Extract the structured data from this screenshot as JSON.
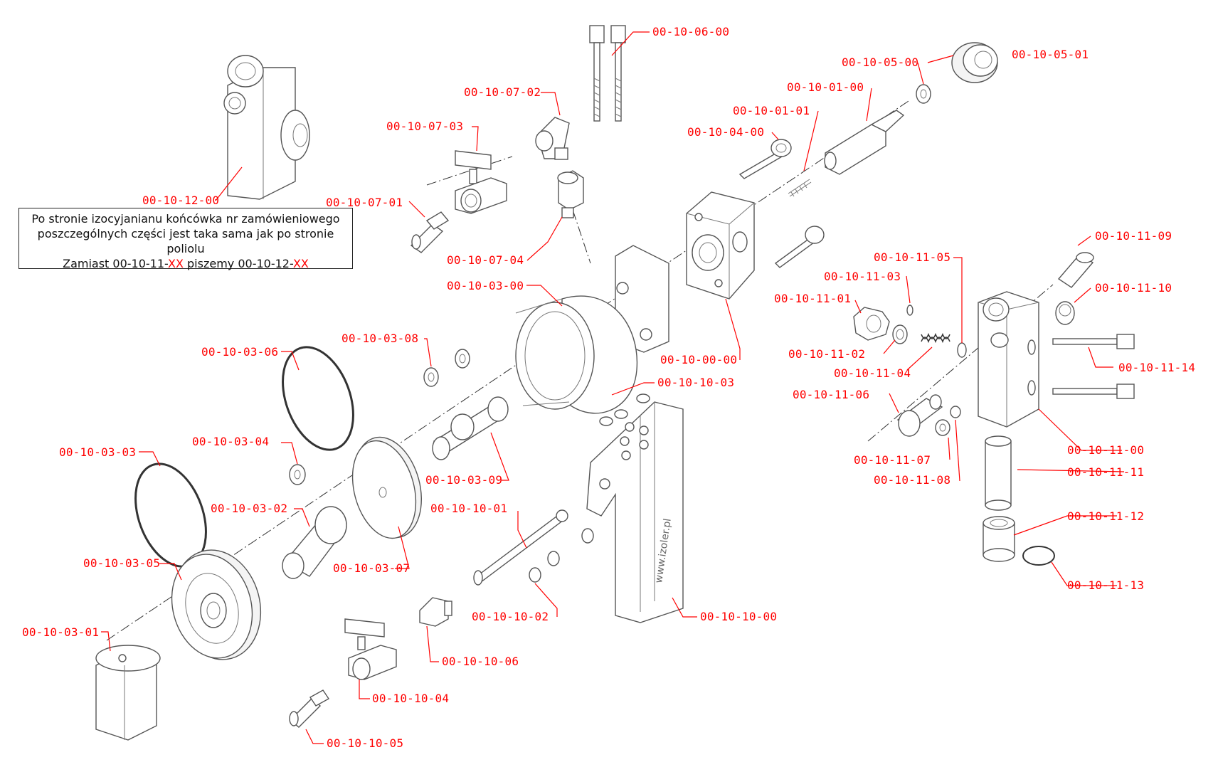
{
  "colors": {
    "label": "#ff0000",
    "line": "#555555",
    "note_highlight": "#ff0000",
    "note_text": "#111111"
  },
  "note": {
    "line1": "Po stronie izocyjanianu końcówka nr zamówieniowego",
    "line2": "poszczególnych części jest taka sama jak po stronie poliolu",
    "line3_a": "Zamiast 00-10-11-",
    "line3_b": "XX",
    "line3_c": " piszemy 00-10-12-",
    "line3_d": "XX"
  },
  "parts": {
    "p_00_10_12_00": "00-10-12-00",
    "p_00_10_06_00": "00-10-06-00",
    "p_00_10_07_02": "00-10-07-02",
    "p_00_10_07_03": "00-10-07-03",
    "p_00_10_07_01": "00-10-07-01",
    "p_00_10_07_04": "00-10-07-04",
    "p_00_10_05_00": "00-10-05-00",
    "p_00_10_05_01": "00-10-05-01",
    "p_00_10_01_00": "00-10-01-00",
    "p_00_10_01_01": "00-10-01-01",
    "p_00_10_04_00": "00-10-04-00",
    "p_00_10_03_00": "00-10-03-00",
    "p_00_10_00_00": "00-10-00-00",
    "p_00_10_11_09": "00-10-11-09",
    "p_00_10_11_05": "00-10-11-05",
    "p_00_10_11_03": "00-10-11-03",
    "p_00_10_11_10": "00-10-11-10",
    "p_00_10_11_01": "00-10-11-01",
    "p_00_10_11_02": "00-10-11-02",
    "p_00_10_11_04": "00-10-11-04",
    "p_00_10_11_14": "00-10-11-14",
    "p_00_10_11_06": "00-10-11-06",
    "p_00_10_11_00": "00-10-11-00",
    "p_00_10_11_07": "00-10-11-07",
    "p_00_10_11_11": "00-10-11-11",
    "p_00_10_11_08": "00-10-11-08",
    "p_00_10_11_12": "00-10-11-12",
    "p_00_10_11_13": "00-10-11-13",
    "p_00_10_03_08": "00-10-03-08",
    "p_00_10_03_06": "00-10-03-06",
    "p_00_10_10_03": "00-10-10-03",
    "p_00_10_03_04": "00-10-03-04",
    "p_00_10_03_03": "00-10-03-03",
    "p_00_10_03_09": "00-10-03-09",
    "p_00_10_10_01": "00-10-10-01",
    "p_00_10_03_02": "00-10-03-02",
    "p_00_10_03_07": "00-10-03-07",
    "p_00_10_03_05": "00-10-03-05",
    "p_00_10_10_02": "00-10-10-02",
    "p_00_10_10_00": "00-10-10-00",
    "p_00_10_03_01": "00-10-03-01",
    "p_00_10_10_06": "00-10-10-06",
    "p_00_10_10_04": "00-10-10-04",
    "p_00_10_10_05": "00-10-10-05"
  },
  "handle_text": "www.izoler.pl"
}
